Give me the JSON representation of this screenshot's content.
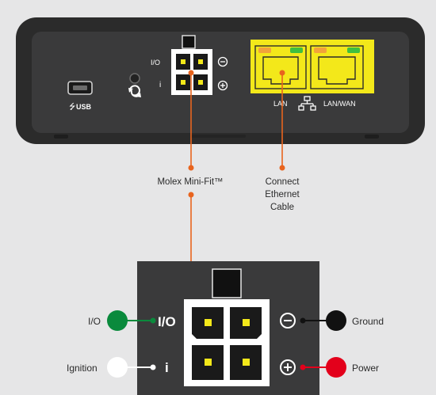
{
  "device": {
    "usb_label": "USB",
    "io_label": "I/O",
    "ignition_label": "i",
    "minus_symbol": "⊖",
    "plus_symbol": "⊕",
    "lan_label": "LAN",
    "lanwan_label": "LAN/WAN"
  },
  "callouts": {
    "molex": "Molex Mini-Fit™",
    "connect_line1": "Connect",
    "connect_line2": "Ethernet",
    "connect_line3": "Cable"
  },
  "pinout": {
    "io_big": "I/O",
    "ign_big": "i",
    "left": [
      {
        "label": "I/O",
        "color": "#0a8a3c"
      },
      {
        "label": "Ignition",
        "color": "#ffffff"
      }
    ],
    "right": [
      {
        "label": "Ground",
        "color": "#111111"
      },
      {
        "label": "Power",
        "color": "#e3001b"
      }
    ]
  },
  "colors": {
    "accent": "#e8641e",
    "ethernet_yellow": "#f3e81a",
    "led_green": "#3fbf3f",
    "led_amber": "#f2a33a"
  }
}
